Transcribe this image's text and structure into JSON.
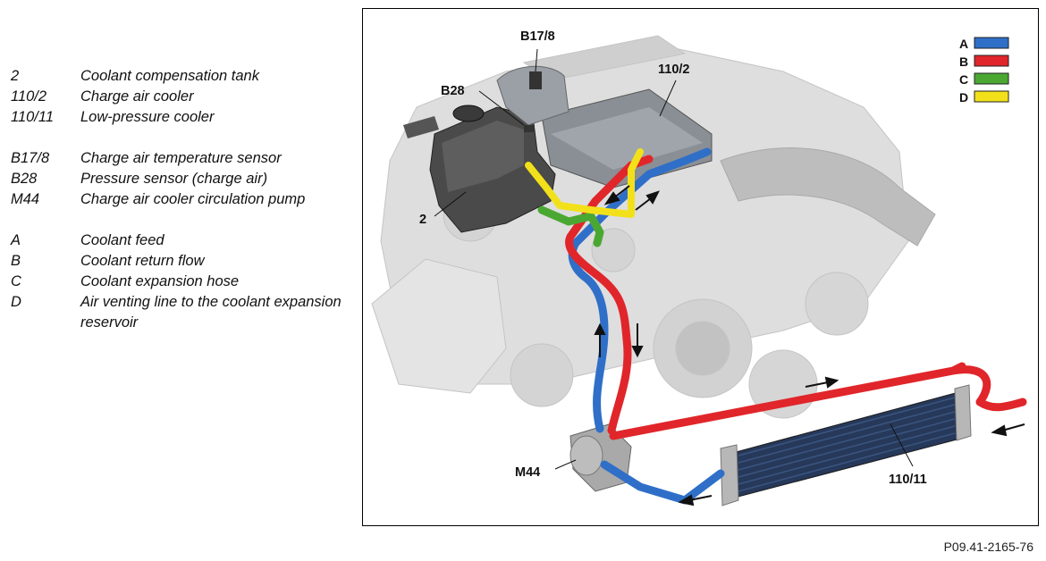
{
  "legend": [
    {
      "items": [
        {
          "code": "2",
          "text": "Coolant compensation tank"
        },
        {
          "code": "110/2",
          "text": "Charge air cooler"
        },
        {
          "code": "110/11",
          "text": "Low-pressure cooler"
        }
      ]
    },
    {
      "items": [
        {
          "code": "B17/8",
          "text": "Charge air temperature sensor"
        },
        {
          "code": "B28",
          "text": "Pressure sensor (charge air)"
        },
        {
          "code": "M44",
          "text": "Charge air cooler circulation pump"
        }
      ]
    },
    {
      "items": [
        {
          "code": "A",
          "text": "Coolant feed"
        },
        {
          "code": "B",
          "text": "Coolant return flow"
        },
        {
          "code": "C",
          "text": "Coolant expansion hose"
        },
        {
          "code": "D",
          "text": "Air venting line to the coolant expansion reservoir"
        }
      ]
    }
  ],
  "callouts": {
    "b17_8": "B17/8",
    "b28": "B28",
    "c110_2": "110/2",
    "c2": "2",
    "m44": "M44",
    "c110_11": "110/11"
  },
  "color_key": [
    {
      "letter": "A",
      "color": "#2f6fc8"
    },
    {
      "letter": "B",
      "color": "#e0262a"
    },
    {
      "letter": "C",
      "color": "#4aa832"
    },
    {
      "letter": "D",
      "color": "#f2e11a"
    }
  ],
  "figure_id": "P09.41-2165-76"
}
